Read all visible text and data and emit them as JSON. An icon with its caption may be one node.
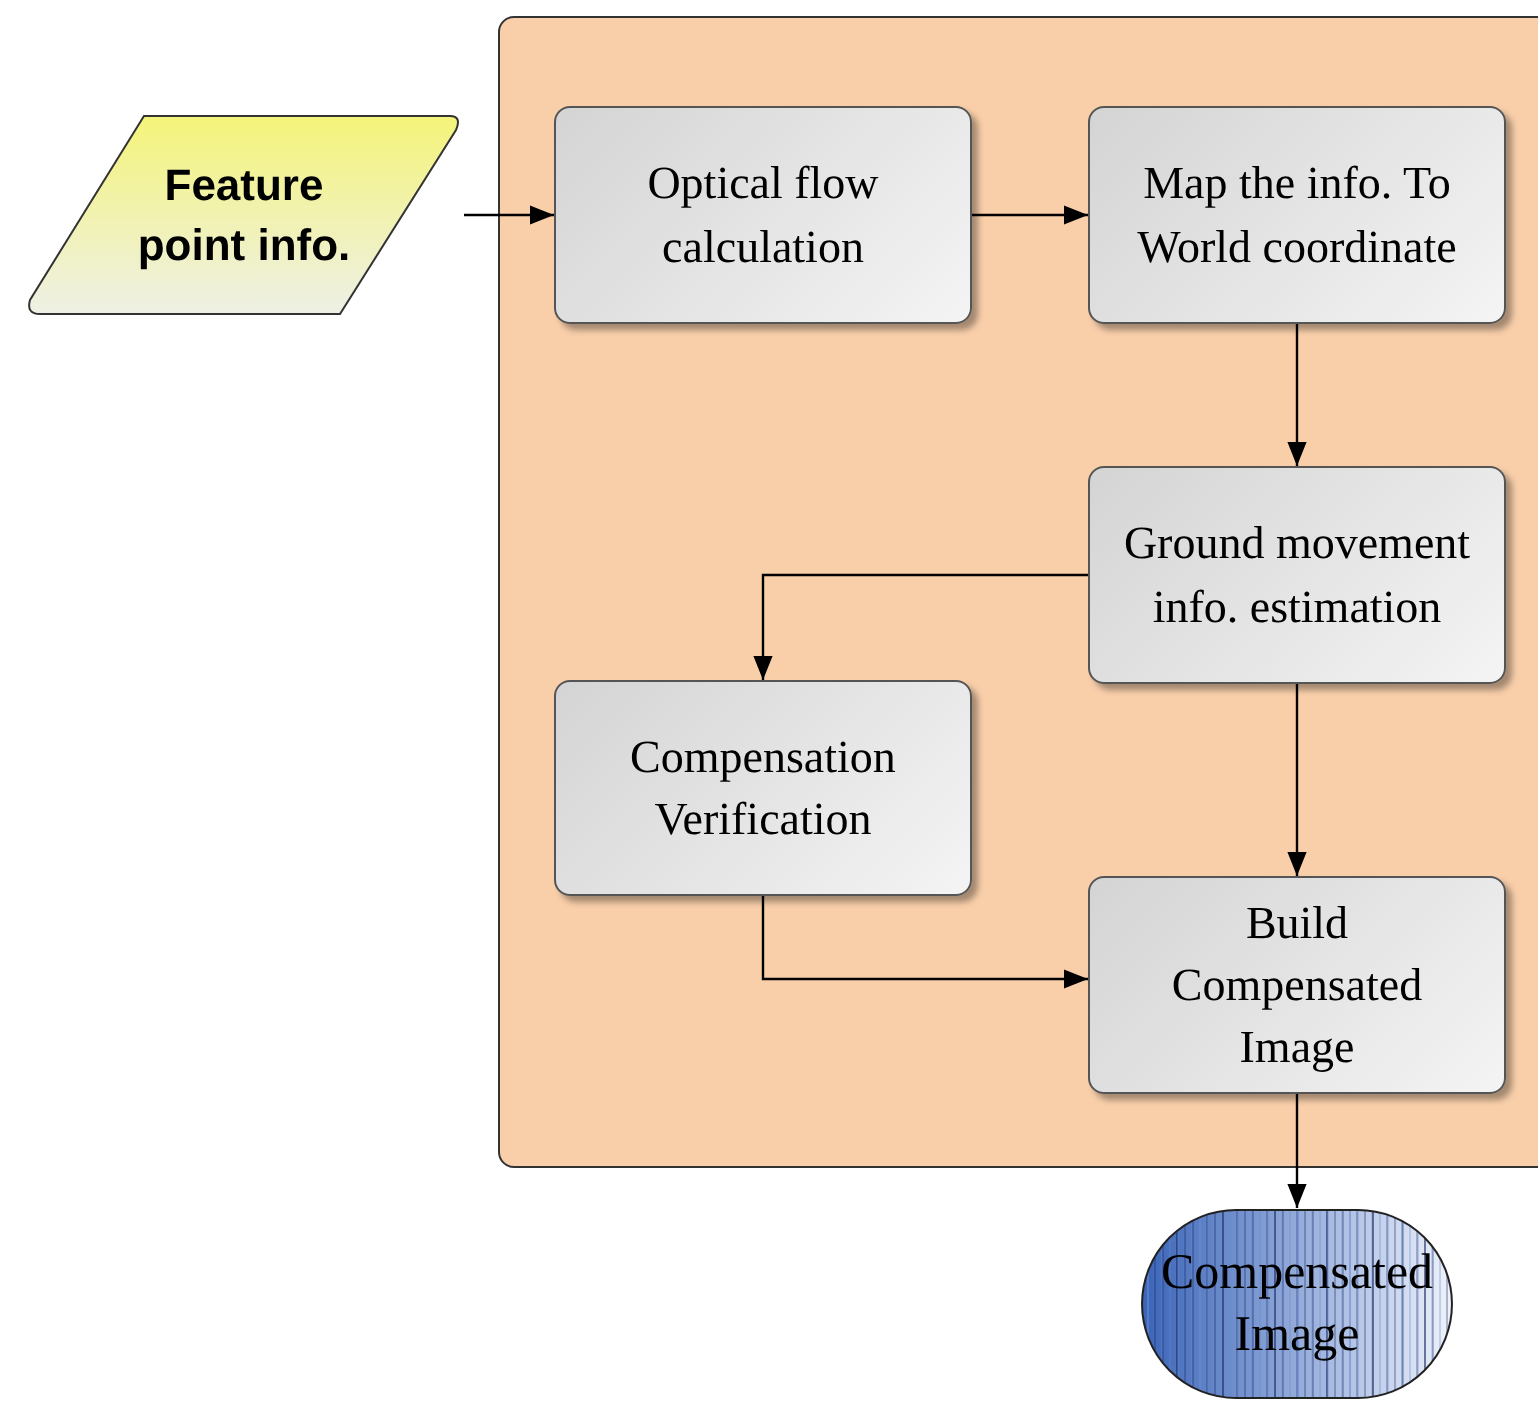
{
  "diagram": {
    "nodes": [
      {
        "text": [
          "Feature point info."
        ]
      },
      {
        "text": [],
        "shape": "box"
      },
      {
        "text": [
          "Optical flow calculation"
        ],
        "in": 1
      },
      {
        "text": [
          "Map the info. To World coordinate"
        ],
        "in": 1
      },
      {
        "text": [
          "Ground movement info. estimation"
        ],
        "in": 1
      },
      {
        "text": [
          "Compensation Verification"
        ],
        "in": 1
      },
      {
        "text": [
          "Build Compensated Image"
        ],
        "in": 1
      },
      {
        "text": [
          "Compensated Image"
        ]
      }
    ],
    "edges": [
      {
        "from": 0,
        "to": 2,
        "arrow": "to"
      },
      {
        "from": 2,
        "to": 3,
        "arrow": "to"
      },
      {
        "from": 3,
        "to": 4,
        "arrow": "to"
      },
      {
        "from": 4,
        "to": 5,
        "arrow": "to"
      },
      {
        "from": 4,
        "to": 6,
        "arrow": "to"
      },
      {
        "from": 5,
        "to": 6,
        "arrow": "to"
      },
      {
        "from": 6,
        "to": 7,
        "arrow": "to"
      }
    ]
  }
}
